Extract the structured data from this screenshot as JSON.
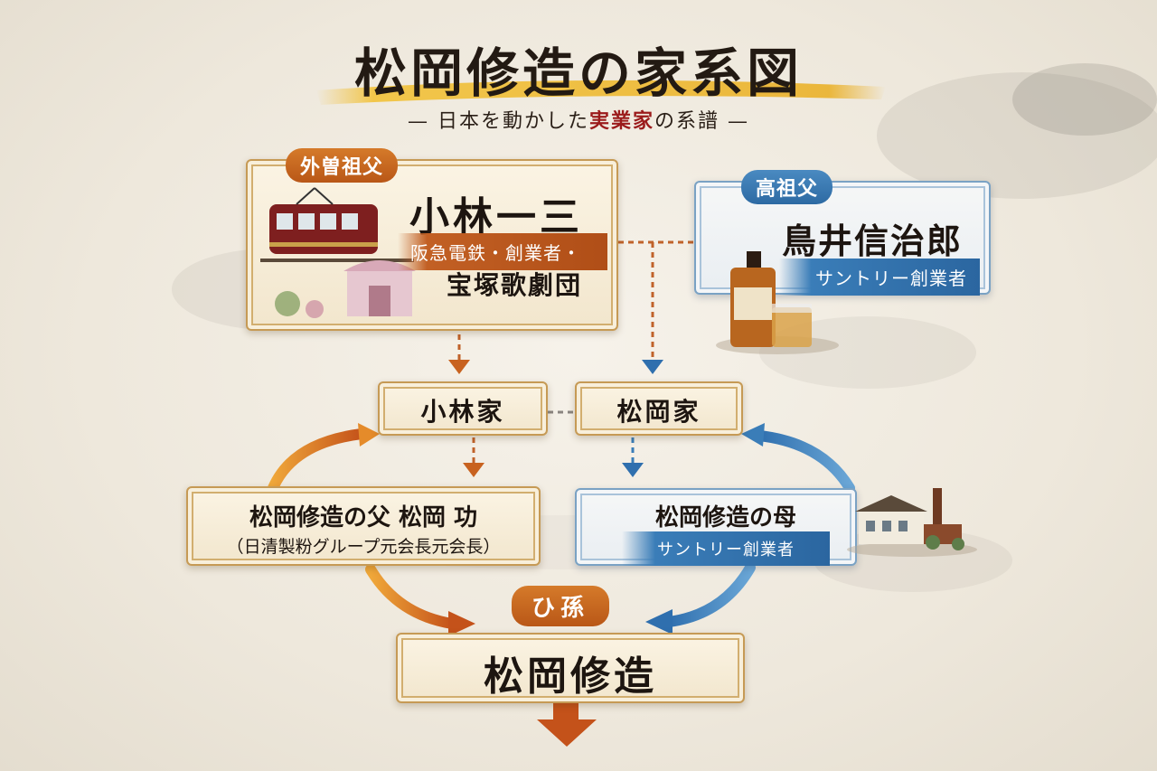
{
  "title": "松岡修造の家系図",
  "subtitle": {
    "before": "— 日本を動かした",
    "accent": "実業家",
    "after": "の系譜 —"
  },
  "kobayashi_ichizo": {
    "tag": "外曽祖父",
    "name": "小林一三",
    "role_line1": "阪急電鉄・創業者・",
    "role_line2": "宝塚歌劇団"
  },
  "torii_shinjiro": {
    "tag": "高祖父",
    "name": "鳥井信治郎",
    "role": "サントリー創業者"
  },
  "kobayashi_family": {
    "label": "小林家"
  },
  "matsuoka_family": {
    "label": "松岡家"
  },
  "father": {
    "line1": "松岡修造の父 松岡 功",
    "line2": "（日清製粉グループ元会長元会長）"
  },
  "mother": {
    "label": "松岡修造の母",
    "role": "サントリー創業者"
  },
  "relation_badge": "ひ孫",
  "shuzo": {
    "name": "松岡修造"
  },
  "colors": {
    "orange_accent": "#c26024",
    "blue_accent": "#2d6aa3",
    "gold_border": "#c69a55",
    "title_red": "#9b1b1b"
  }
}
